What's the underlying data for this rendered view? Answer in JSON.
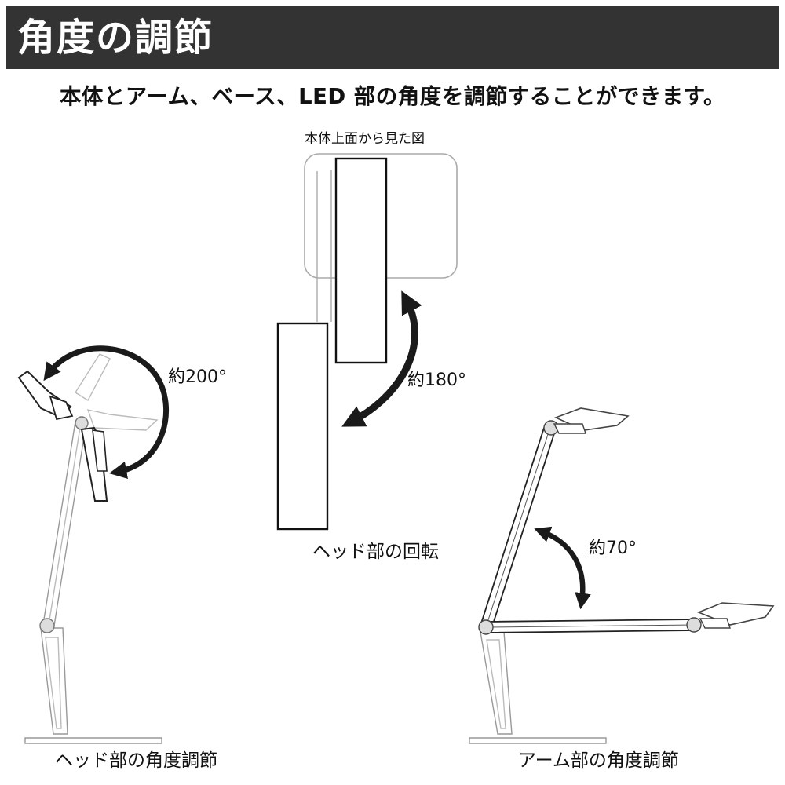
{
  "header": {
    "title": "角度の調節",
    "subtitle": "本体とアーム、ベース、LED 部の角度を調節することができます。"
  },
  "figures": {
    "head_rotation": {
      "top_view_label": "本体上面から見た図",
      "angle_label": "約180°",
      "caption": "ヘッド部の回転"
    },
    "head_angle": {
      "angle_label": "約200°",
      "caption": "ヘッド部の角度調節"
    },
    "arm_angle": {
      "angle_label": "約70°",
      "caption": "アーム部の角度調節"
    }
  },
  "colors": {
    "title_bar": "#333333",
    "title_text": "#ffffff",
    "line": "#111111",
    "light_line": "#aaaaaa",
    "arrow": "#1a1a1a"
  }
}
